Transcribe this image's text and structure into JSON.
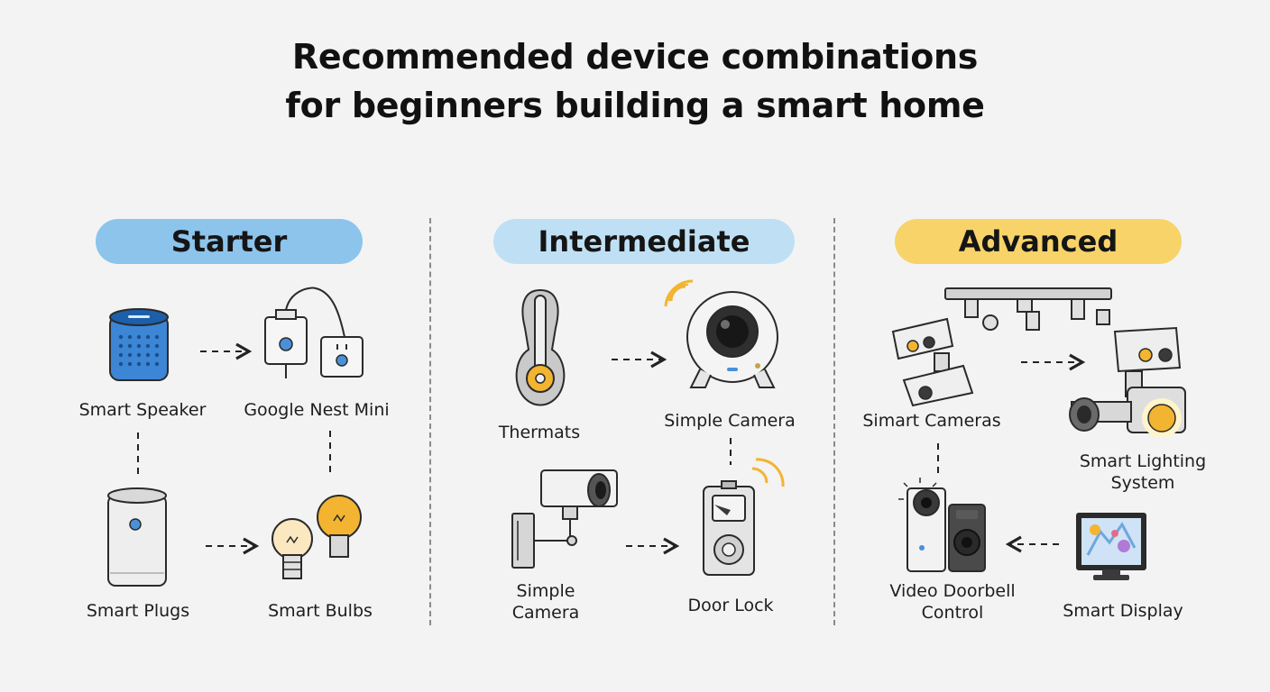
{
  "title": {
    "line1": "Recommended device combinations",
    "line2": "for beginners building a smart home"
  },
  "tiers": {
    "starter": {
      "label": "Starter",
      "color": "#8cc4ec",
      "devices": {
        "smart_speaker": "Smart Speaker",
        "google_nest_mini": "Google Nest Mini",
        "smart_plugs": "Smart Plugs",
        "smart_bulbs": "Smart Bulbs"
      }
    },
    "intermediate": {
      "label": "Intermediate",
      "color": "#bfe0f4",
      "devices": {
        "thermats": "Thermats",
        "simple_camera_top": "Simple Camera",
        "simple_camera_bottom": "Simple\nCamera",
        "door_lock": "Door Lock"
      }
    },
    "advanced": {
      "label": "Advanced",
      "color": "#f7d36a",
      "devices": {
        "smart_cameras": "Simart Cameras",
        "smart_lighting": "Smart Lighting\nSystem",
        "video_doorbell": "Video Doorbell\nControl",
        "smart_display": "Smart Display"
      }
    }
  },
  "icons": {
    "smart_speaker": "smart-speaker-icon",
    "nest_mini": "smart-plug-pair-icon",
    "smart_plugs": "air-purifier-icon",
    "smart_bulbs": "light-bulbs-icon",
    "thermostat": "thermostat-icon",
    "camera_round": "round-camera-icon",
    "camera_bullet": "bullet-camera-icon",
    "door_lock": "door-lock-icon",
    "cameras_rail": "camera-rail-icon",
    "lighting": "lighting-camera-icon",
    "doorbell": "video-doorbell-icon",
    "display": "smart-display-icon"
  },
  "accent": {
    "yellow": "#f2b431",
    "blue": "#4a90d9"
  }
}
